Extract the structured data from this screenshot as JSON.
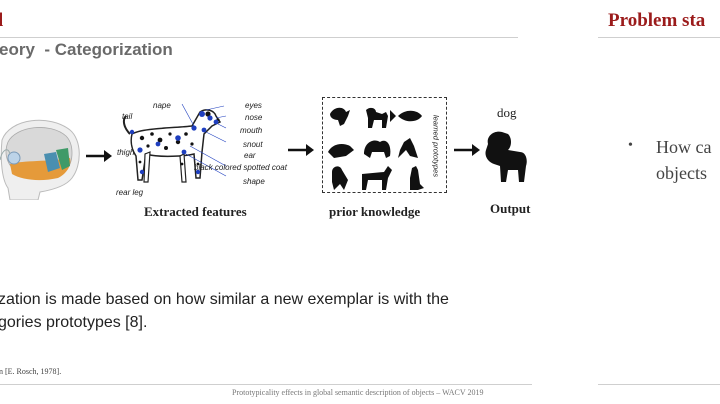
{
  "left_slide": {
    "title": "l",
    "subtitle": "eory  - Categorization",
    "labels": {
      "extracted": "Extracted features",
      "prior": "prior knowledge",
      "output": "Output",
      "dog": "dog",
      "learned": "learned prototypes"
    },
    "features": {
      "nape": "nape",
      "eyes": "eyes",
      "tail": "tail",
      "nose": "nose",
      "mouth": "mouth",
      "thigh": "thigh",
      "snout": "snout",
      "ear": "ear",
      "coat": "black colored spotted coat",
      "shape": "shape",
      "rear_leg": "rear leg"
    },
    "body_line1": "zation is made based on how similar a new exemplar is with the",
    "body_line2": "gories prototypes [8].",
    "reference": "n [E. Rosch, 1978].",
    "footer": "Prototypicality effects in global semantic description of objects – WACV 2019"
  },
  "right_slide": {
    "title": "Problem sta",
    "bullet_line1": "How ca",
    "bullet_line2": "objects"
  },
  "colors": {
    "title": "#9b1b1b",
    "subtitle": "#6a6a6a",
    "rule": "#cfcfcf",
    "feature_dot": "#1f3fbf"
  }
}
